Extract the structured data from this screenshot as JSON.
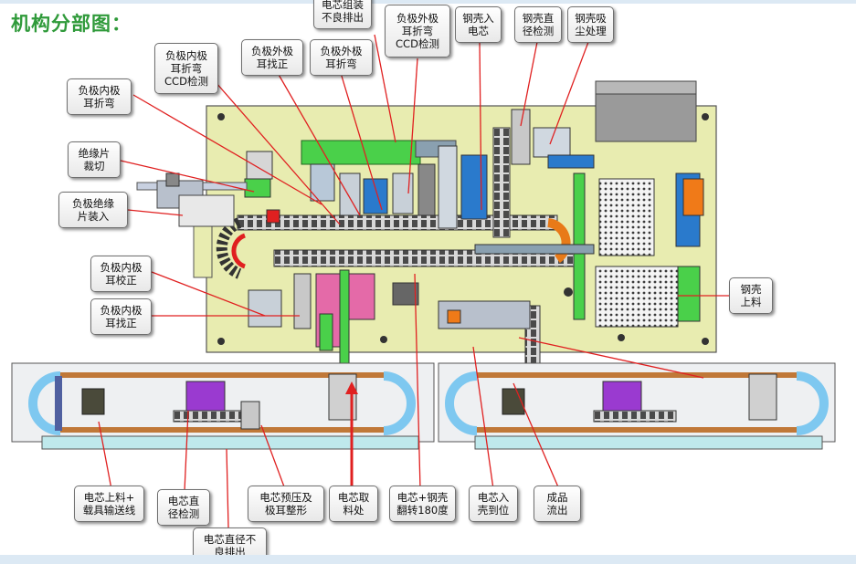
{
  "title": "机构分部图：",
  "callouts": {
    "cell_group_reject": "电芯组装\n不良排出",
    "neg_outer_bend_ccd": "负极外极\n耳折弯\nCCD检测",
    "can_insert_cell": "钢壳入\n电芯",
    "can_diameter_check": "钢壳直\n径检测",
    "can_dust": "钢壳吸\n尘处理",
    "neg_inner_bend_ccd": "负极内极\n耳折弯\nCCD检测",
    "neg_outer_find": "负极外极\n耳找正",
    "neg_outer_bend": "负极外极\n耳折弯",
    "neg_inner_bend": "负极内极\n耳折弯",
    "insulation_cut": "绝缘片\n裁切",
    "neg_insulation_load": "负极绝缘\n片装入",
    "neg_inner_correct": "负极内极\n耳校正",
    "neg_inner_find": "负极内极\n耳找正",
    "can_feed": "钢壳\n上料",
    "cell_feed_conveyor": "电芯上料+\n载具输送线",
    "cell_diameter_check": "电芯直\n径检测",
    "cell_diameter_reject": "电芯直径不\n良排出",
    "cell_press_shape": "电芯预压及\n极耳整形",
    "cell_pickup": "电芯取\n料处",
    "cell_can_flip": "电芯+钢壳\n翻转180度",
    "cell_into_can": "电芯入\n壳到位",
    "product_out": "成品\n流出"
  },
  "colors": {
    "title": "#2f9a3a",
    "leader_line": "#e02020",
    "base_plate": "#e8ecb0",
    "conveyor_belt": "#c07838",
    "conveyor_frame": "#bfe9ec",
    "carrier_purple": "#9a3ad0",
    "green_rail": "#4ad04a",
    "orange_block": "#f07a18",
    "pink_block": "#e46aa8"
  }
}
